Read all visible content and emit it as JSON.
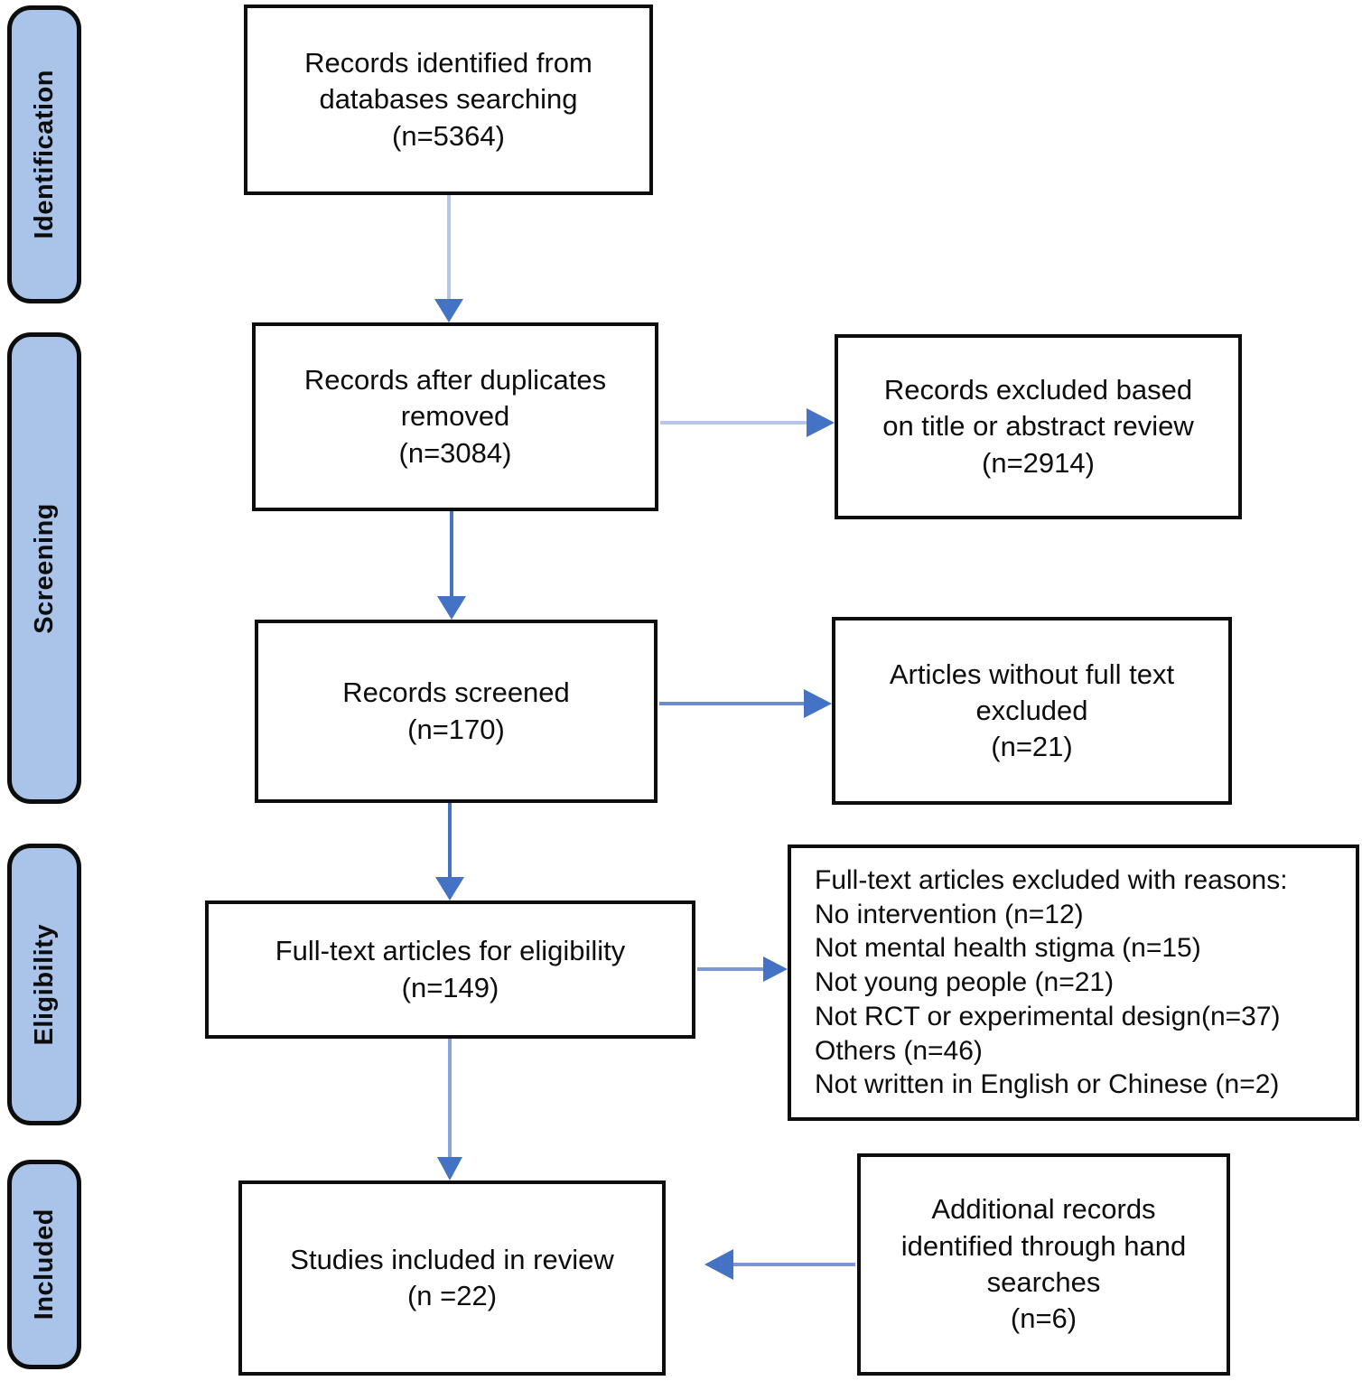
{
  "diagram": {
    "title": "PRISMA study selection flow diagram",
    "colors": {
      "stage_pill_fill": "#A9C4E8",
      "box_border": "#0D0D0D",
      "arrow_line": "#B4C7E7",
      "arrow_head": "#4472C4",
      "background": "#FFFFFF"
    }
  },
  "stages": [
    {
      "id": "identification",
      "label": "Identification"
    },
    {
      "id": "screening",
      "label": "Screening"
    },
    {
      "id": "eligibility",
      "label": "Eligibility"
    },
    {
      "id": "included",
      "label": "Included"
    }
  ],
  "boxes": {
    "records_identified": {
      "text": "Records identified from\ndatabases searching\n(n=5364)",
      "count": 5364
    },
    "records_after_duplicates": {
      "text": "Records after duplicates\nremoved\n(n=3084)",
      "count": 3084
    },
    "records_excluded_title_abstract": {
      "text": "Records excluded based\non title or abstract review\n(n=2914)",
      "count": 2914
    },
    "records_screened": {
      "text": "Records screened\n(n=170)",
      "count": 170
    },
    "articles_without_full_text": {
      "text": "Articles without full text\nexcluded\n(n=21)",
      "count": 21
    },
    "fulltext_eligibility": {
      "text": "Full-text articles for eligibility\n(n=149)",
      "count": 149
    },
    "fulltext_excluded_reasons": {
      "text": " Full-text articles excluded with reasons:\nNo intervention (n=12)\nNot mental health stigma (n=15)\nNot young people (n=21)\nNot RCT or experimental design(n=37)\nOthers (n=46)\nNot written in English or Chinese (n=2)",
      "heading": "Full-text articles excluded with reasons:",
      "reasons": [
        {
          "label": "No intervention",
          "count": 12
        },
        {
          "label": "Not mental health stigma",
          "count": 15
        },
        {
          "label": "Not young people",
          "count": 21
        },
        {
          "label": "Not RCT or experimental design",
          "count": 37
        },
        {
          "label": "Others",
          "count": 46
        },
        {
          "label": "Not written in English or Chinese",
          "count": 2
        }
      ]
    },
    "studies_included": {
      "text": "Studies included in review\n(n =22)",
      "count": 22
    },
    "additional_records": {
      "text": "Additional records\nidentified through hand\nsearches\n(n=6)",
      "count": 6
    }
  },
  "connectors": [
    {
      "id": "identified-to-duplicates",
      "from": "records_identified",
      "to": "records_after_duplicates",
      "direction": "down"
    },
    {
      "id": "duplicates-to-excluded",
      "from": "records_after_duplicates",
      "to": "records_excluded_title_abstract",
      "direction": "right"
    },
    {
      "id": "duplicates-to-screened",
      "from": "records_after_duplicates",
      "to": "records_screened",
      "direction": "down"
    },
    {
      "id": "screened-to-nofulltext",
      "from": "records_screened",
      "to": "articles_without_full_text",
      "direction": "right"
    },
    {
      "id": "screened-to-eligibility",
      "from": "records_screened",
      "to": "fulltext_eligibility",
      "direction": "down"
    },
    {
      "id": "eligibility-to-excluded-reasons",
      "from": "fulltext_eligibility",
      "to": "fulltext_excluded_reasons",
      "direction": "right"
    },
    {
      "id": "eligibility-to-included",
      "from": "fulltext_eligibility",
      "to": "studies_included",
      "direction": "down"
    },
    {
      "id": "additional-to-included",
      "from": "additional_records",
      "to": "studies_included",
      "direction": "left"
    }
  ]
}
